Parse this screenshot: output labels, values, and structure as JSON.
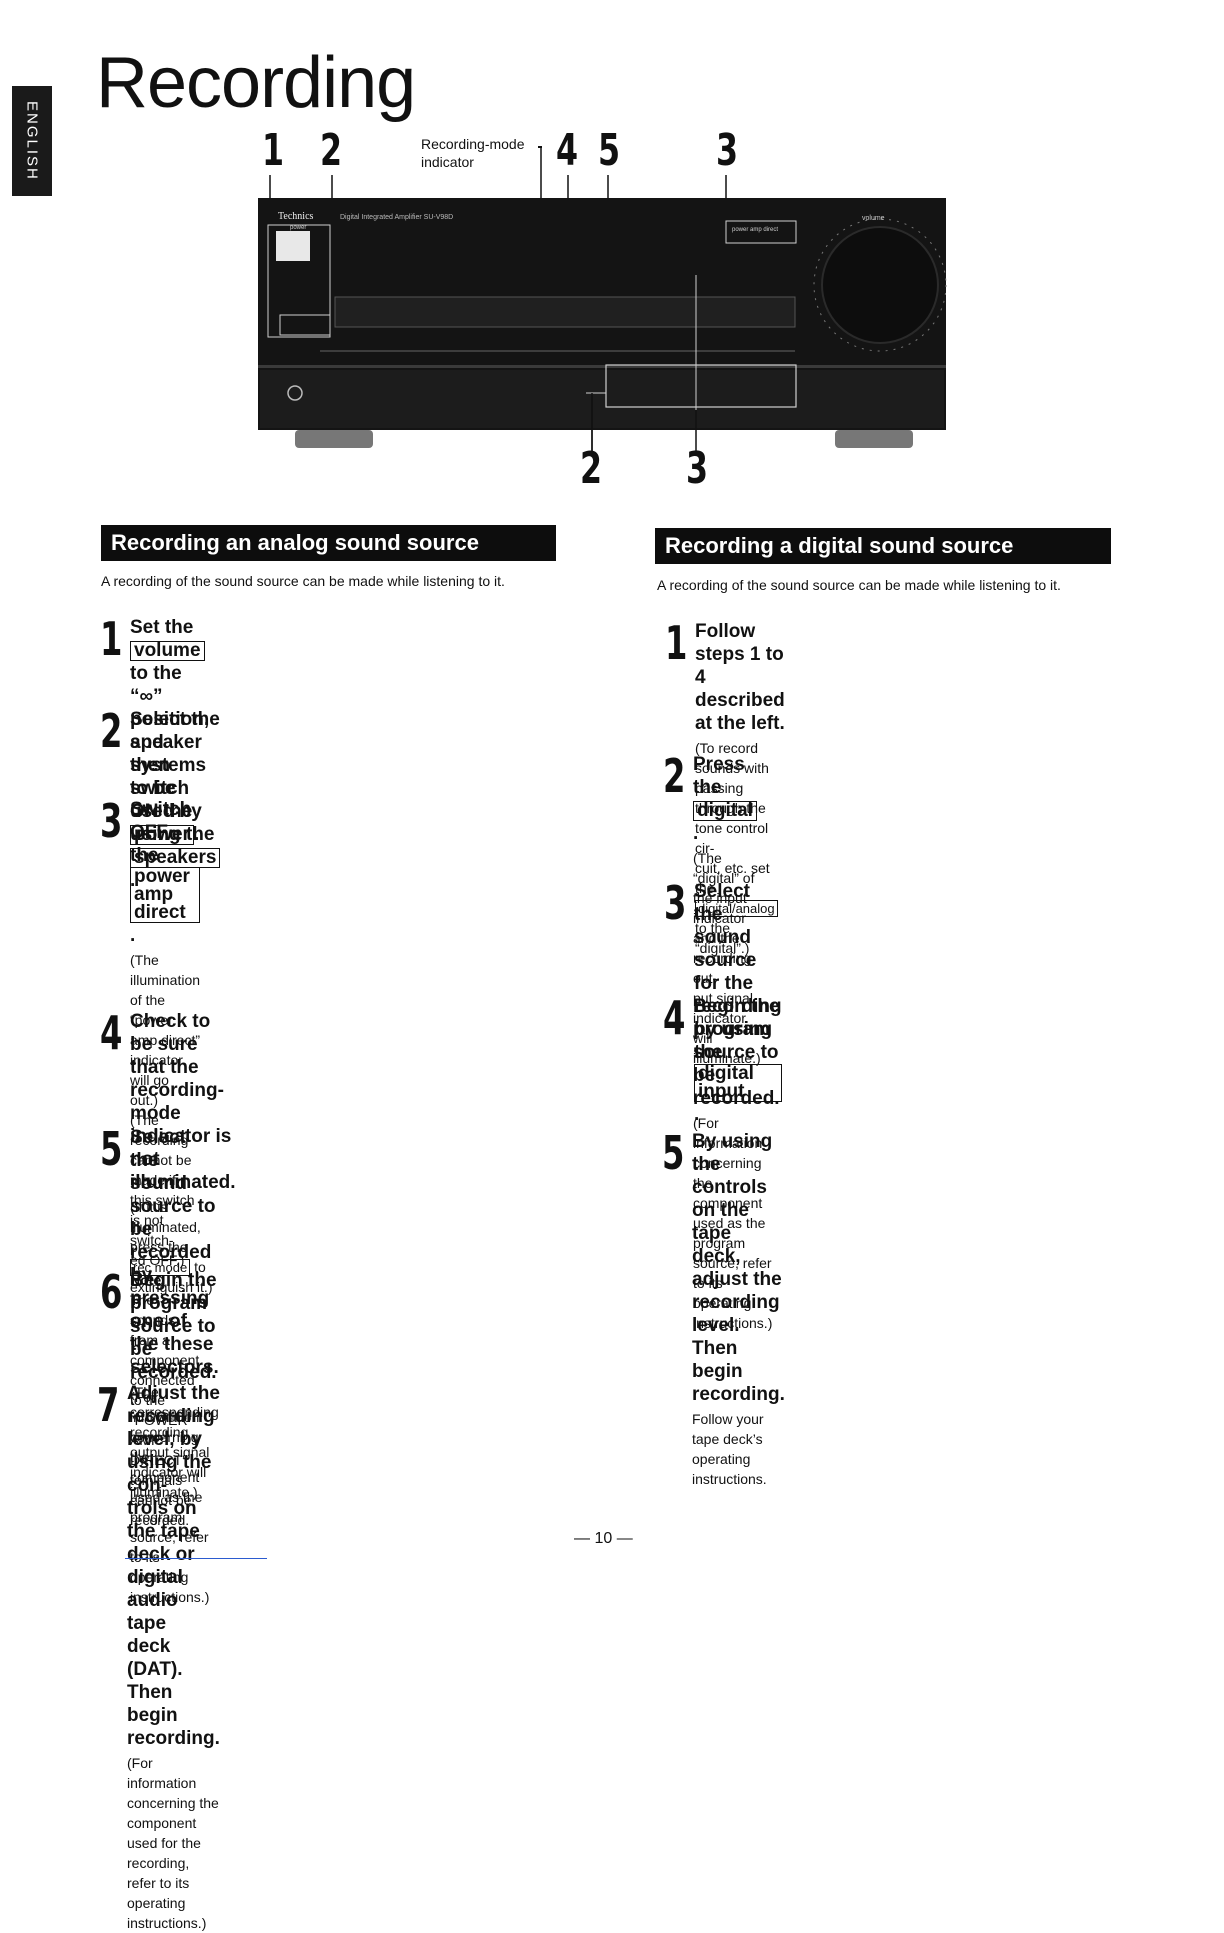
{
  "language_tab": "ENGLISH",
  "title": "Recording",
  "figure": {
    "indicator_label_line1": "Recording-mode",
    "indicator_label_line2": "indicator",
    "callouts_top": [
      "1",
      "2",
      "4",
      "5",
      "3"
    ],
    "callouts_bottom": [
      "2",
      "3"
    ],
    "brand": "Technics",
    "model_text": "Digital Integrated Amplifier SU-V98D",
    "knob_label": "volume",
    "panel_label": "power amp direct",
    "button_label": "power"
  },
  "analog": {
    "header": "Recording an analog sound source",
    "intro": "A recording of the sound source can be made while listening to it.",
    "s1": {
      "num": "1",
      "t1": "Set the",
      "k1": "volume",
      "t2": "to the “∞” position, and",
      "t3": "then switch ON the",
      "k2": "power",
      "t4": "."
    },
    "s2": {
      "num": "2",
      "t1": "Select the speaker systems to be used by",
      "t2": "using the",
      "k1": "speakers",
      "t3": "."
    },
    "s3": {
      "num": "3",
      "t1": "Switch OFF the",
      "k1": "power amp direct",
      "t2": ".",
      "n1": "(The illumination of the “power amp direct” indicator will go",
      "n2": "out.)",
      "n3": "(The recording cannot be made if this switch is not switch-",
      "n4": "ed OFF.)",
      "note_label": "Note:",
      "n5": "The sounds from a component connected to the “POWER",
      "n6": "AMP DIRECT” teminals cannot be recorded."
    },
    "s4": {
      "num": "4",
      "t1": "Check to be sure that the recording-mode",
      "t2": "indicator is not illuminated.",
      "n1": "(If it is illuminated, press the",
      "k1": "rec mode",
      "n2": "to extinguish it.)"
    },
    "s5": {
      "num": "5",
      "t1": "Select the sound source to be recorded by",
      "t2": "pressing one of the these selectors.",
      "n1": "(The corresponding recording output signal indicator will",
      "n2": "illuminate.)"
    },
    "s6": {
      "num": "6",
      "t1": "Begin the program source to be recorded.",
      "n1": "(For information concerning the component used as the",
      "n2": "program source, refer to its operating instructions.)"
    },
    "s7": {
      "num": "7",
      "t1": "Adjust the recording level, by using the con-",
      "t2": "trols on the tape deck or digital audio tape",
      "t3": "deck (DAT). Then begin recording.",
      "n1": "(For information concerning the component used for the",
      "n2": "recording, refer to its operating instructions.)"
    }
  },
  "digital": {
    "header": "Recording a digital sound source",
    "intro": "A recording of the sound source can be made while listening to it.",
    "s1": {
      "num": "1",
      "t1": "Follow steps 1 to 4 described at the left.",
      "n1": "(To record sounds with passing through the tone control cir-",
      "n2": "cuit, etc. set the",
      "k1": "digital/analog",
      "n3": "to the “digital”.)"
    },
    "s2": {
      "num": "2",
      "t1": "Press the",
      "k1": "digital",
      "t2": ".",
      "n1": "(The “digital” of the input indicator and the recording out-",
      "n2": "put signal indicator will illuminate.)"
    },
    "s3": {
      "num": "3",
      "t1": "Select the sound source for the recording",
      "t2": "by using the",
      "k1": "digital input",
      "t3": "."
    },
    "s4": {
      "num": "4",
      "t1": "Begin the program source to be recorded.",
      "n1": "(For information concerning the component used as the",
      "n2": "program source, refer to its operating instructions.)"
    },
    "s5": {
      "num": "5",
      "t1": "By using the controls on the tape deck,",
      "t2": "adjust the recording level. Then begin",
      "t3": "recording.",
      "n1": "Follow your tape deck’s operating instructions."
    }
  },
  "page_number": "— 10 —"
}
